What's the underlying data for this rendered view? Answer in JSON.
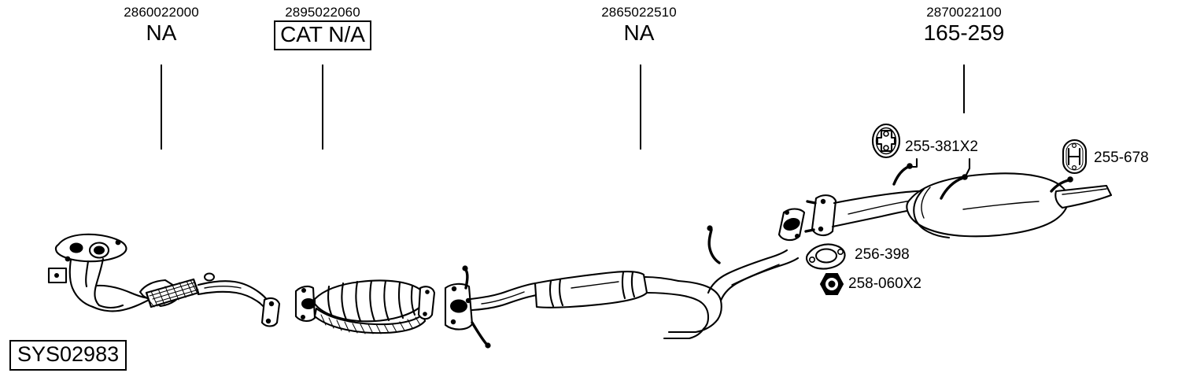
{
  "diagram": {
    "type": "exhaust-system-parts-diagram",
    "system_code": "SYS02983",
    "background_color": "#ffffff",
    "line_color": "#000000"
  },
  "components": [
    {
      "id": "front-pipe",
      "part_number": "2860022000",
      "value": "NA",
      "boxed": false,
      "icon": "front-exhaust-pipe"
    },
    {
      "id": "catalytic-converter",
      "part_number": "2895022060",
      "value": "CAT N/A",
      "boxed": true,
      "icon": "catalytic-converter"
    },
    {
      "id": "centre-pipe",
      "part_number": "2865022510",
      "value": "NA",
      "boxed": false,
      "icon": "centre-silencer-pipe"
    },
    {
      "id": "rear-silencer",
      "part_number": "2870022100",
      "value": "165-259",
      "boxed": false,
      "icon": "rear-silencer"
    }
  ],
  "fittings": [
    {
      "id": "hanger-rubber-mount",
      "label": "255-381X2",
      "icon": "rubber-mount-icon"
    },
    {
      "id": "hanger-h-mount",
      "label": "255-678",
      "icon": "h-rubber-hanger-icon"
    },
    {
      "id": "gasket",
      "label": "256-398",
      "icon": "flange-gasket-icon"
    },
    {
      "id": "nut",
      "label": "258-060X2",
      "icon": "hex-nut-icon"
    }
  ]
}
